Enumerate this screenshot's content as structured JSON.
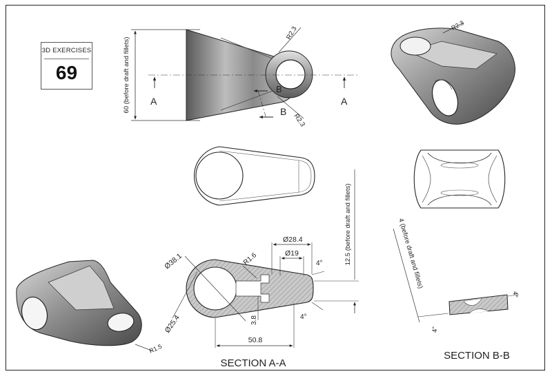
{
  "badge": {
    "label": "3D EXERCISES",
    "number": "69"
  },
  "top_view": {
    "section_letter_a_left": "A",
    "section_letter_a_right": "A",
    "section_letter_b_upper": "B",
    "section_letter_b_lower": "B",
    "radius_top": "R2.3",
    "radius_bottom": "R2.3",
    "height_note": "60 (before draft and fillets)"
  },
  "iso_top_right": {
    "radius": "R2.3"
  },
  "iso_bottom_left": {
    "radius": "R1.5"
  },
  "section_aa": {
    "title": "SECTION A-A",
    "dia_outer": "Ø38.1",
    "dia_inner": "Ø25.4",
    "radius": "R1.6",
    "dia_28": "Ø28.4",
    "dia_19": "Ø19",
    "angle_top": "4°",
    "angle_bottom": "4°",
    "rib_thickness": "3.8",
    "length": "50.8",
    "thickness_note": "12.5 (before draft and fillets)"
  },
  "section_bb": {
    "title": "SECTION B-B",
    "thickness_note": "4 (before draft and fillets)",
    "angle_left": "4°",
    "angle_right": "4°"
  },
  "colors": {
    "frame": "#222222",
    "line": "#333333",
    "metal_dark": "#6e6e6e",
    "metal_light": "#d9d9d9",
    "hatch": "#b5b5b5"
  }
}
